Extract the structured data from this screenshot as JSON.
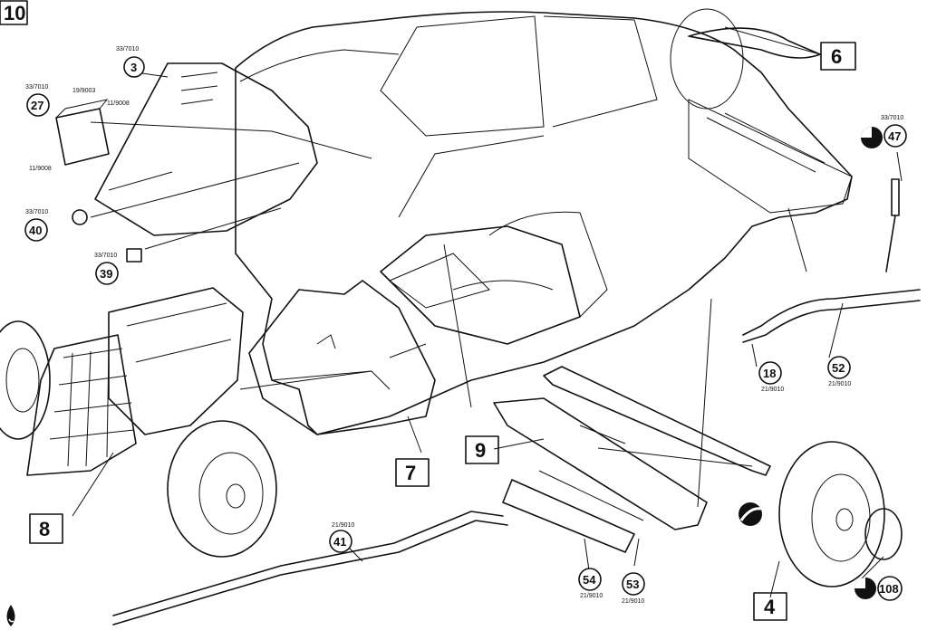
{
  "step_box": "10",
  "part_groups": [
    {
      "id": "6",
      "label": "6"
    },
    {
      "id": "7",
      "label": "7"
    },
    {
      "id": "8",
      "label": "8"
    },
    {
      "id": "9",
      "label": "9"
    },
    {
      "id": "4",
      "label": "4"
    }
  ],
  "callouts": [
    {
      "id": "3",
      "num": "3",
      "code": "33/7010"
    },
    {
      "id": "27",
      "num": "27",
      "code": "33/7010"
    },
    {
      "id": "40",
      "num": "40",
      "code": "33/7010"
    },
    {
      "id": "39",
      "num": "39",
      "code": "33/7010"
    },
    {
      "id": "47",
      "num": "47",
      "code": "33/7010"
    },
    {
      "id": "18",
      "num": "18",
      "code": "21/9010"
    },
    {
      "id": "52",
      "num": "52",
      "code": "21/9010"
    },
    {
      "id": "41",
      "num": "41",
      "code": "21/9010"
    },
    {
      "id": "54",
      "num": "54",
      "code": "21/9010"
    },
    {
      "id": "53",
      "num": "53",
      "code": "21/9010"
    },
    {
      "id": "108",
      "num": "108",
      "code": ""
    }
  ],
  "battery_codes": {
    "top": "19/9003",
    "right": "11/9008",
    "bottom": "11/9008"
  }
}
